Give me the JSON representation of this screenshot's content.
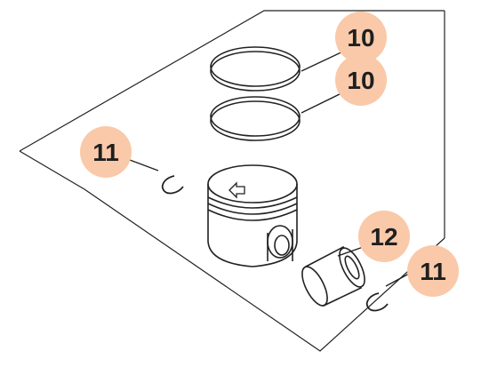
{
  "diagram": {
    "callouts": [
      {
        "id": "ring-top",
        "label": "10"
      },
      {
        "id": "ring-bottom",
        "label": "10"
      },
      {
        "id": "clip-left",
        "label": "11"
      },
      {
        "id": "pin",
        "label": "12"
      },
      {
        "id": "clip-right",
        "label": "11"
      }
    ],
    "colors": {
      "callout_fill": "#f9c9a9",
      "callout_text": "#1f1f1f",
      "line": "#222222",
      "background": "#ffffff"
    }
  }
}
